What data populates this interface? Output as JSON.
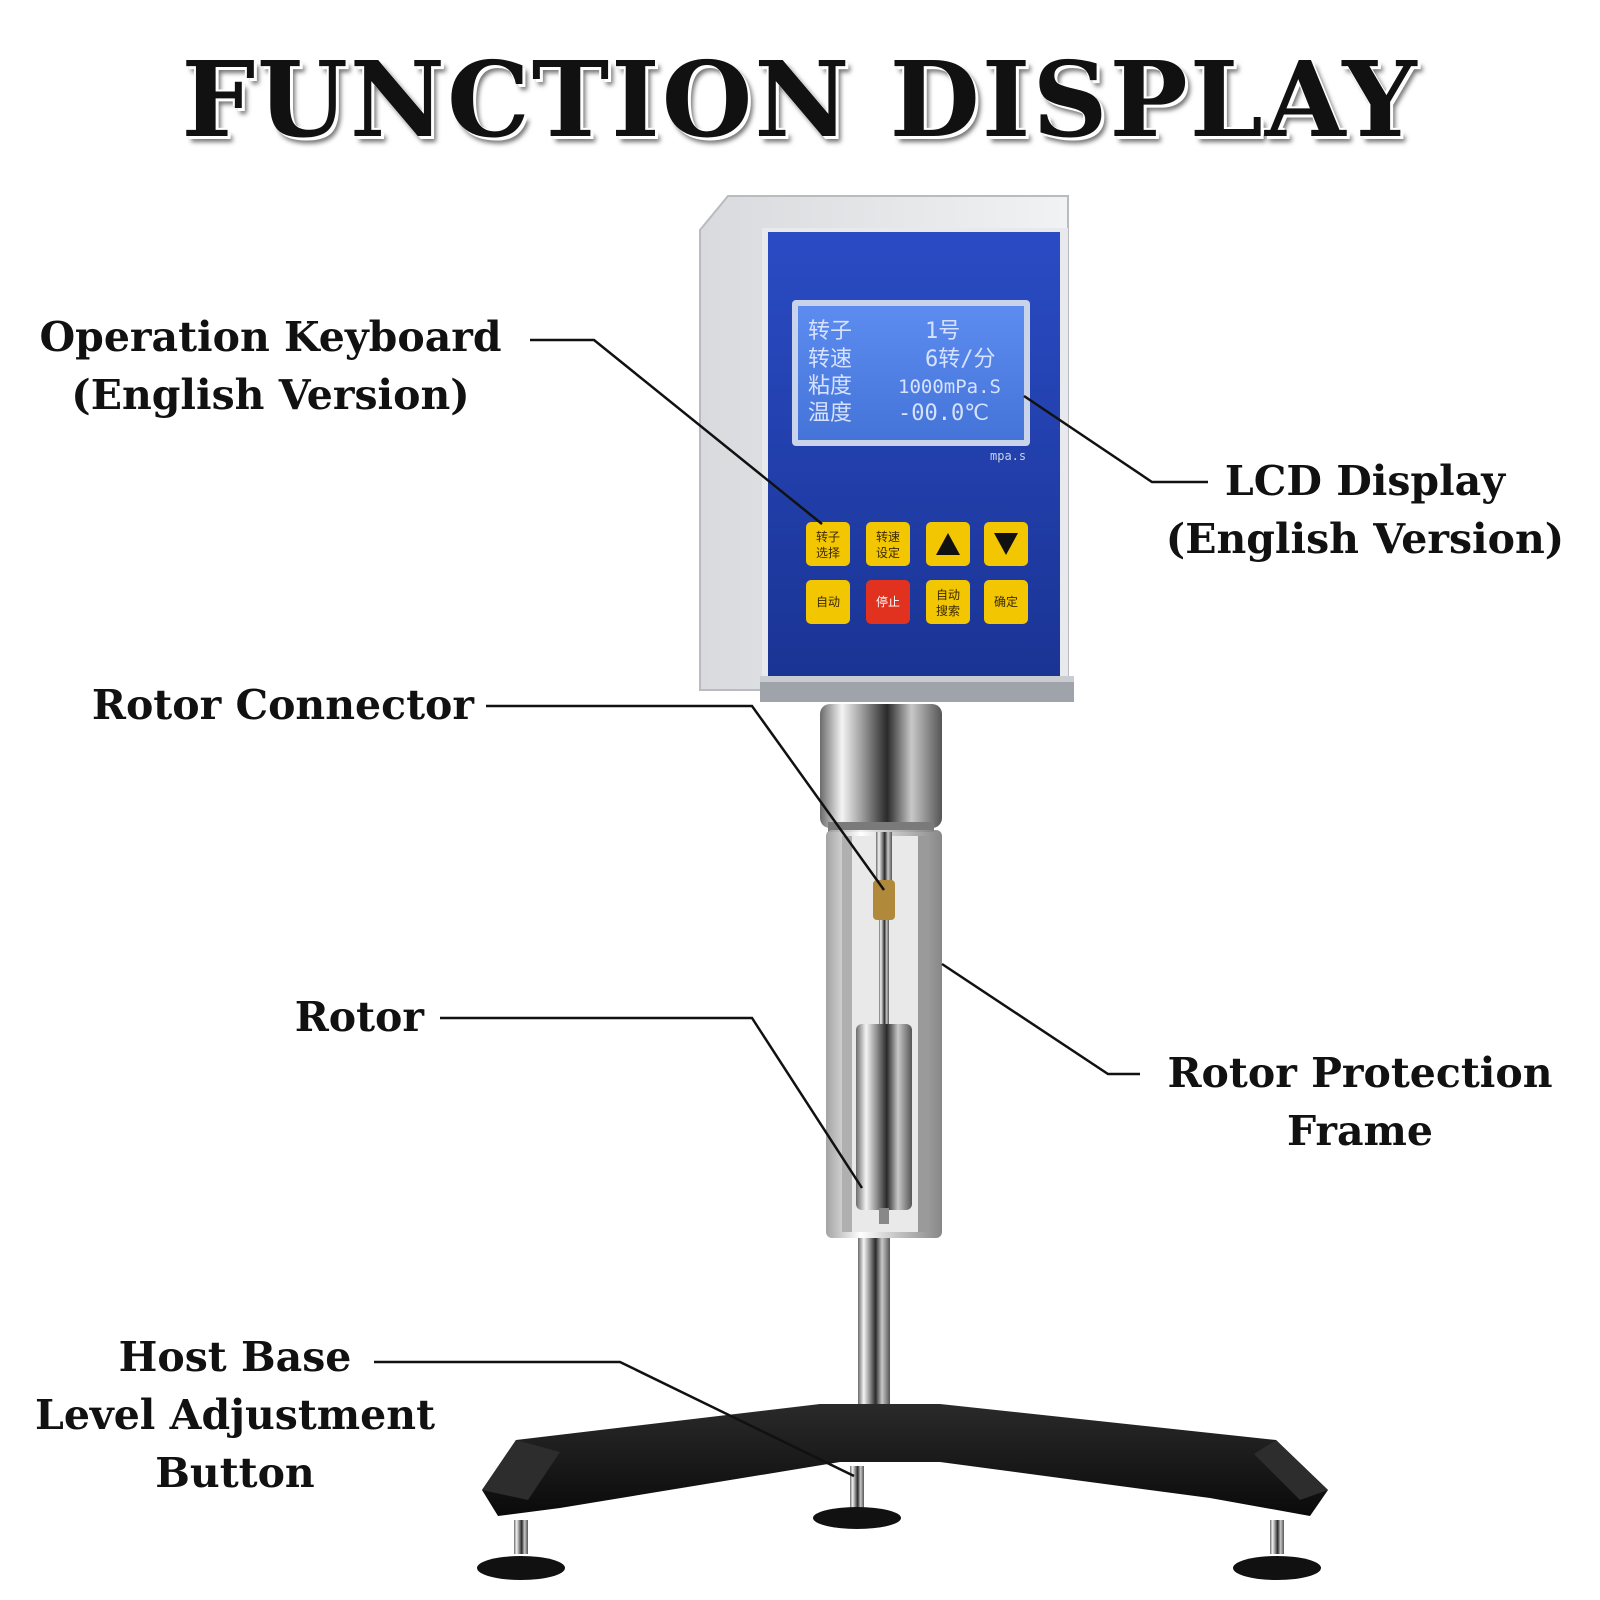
{
  "title": "FUNCTION DISPLAY",
  "labels": {
    "operation_keyboard": [
      "Operation Keyboard",
      "(English Version)"
    ],
    "lcd_display": [
      "LCD Display",
      "(English Version)"
    ],
    "rotor_connector": [
      "Rotor Connector"
    ],
    "rotor": [
      "Rotor"
    ],
    "rotor_protection_frame": [
      "Rotor Protection",
      "Frame"
    ],
    "host_base": [
      "Host Base",
      "Level Adjustment",
      "Button"
    ]
  },
  "lcd": {
    "rows": [
      {
        "label": "转子",
        "value": "1号"
      },
      {
        "label": "转速",
        "value": "6转/分"
      },
      {
        "label": "粘度",
        "value": "1000mPa.S"
      },
      {
        "label": "温度",
        "value": "-00.0℃"
      }
    ],
    "unit_caption": "mpa.s"
  },
  "keypad": {
    "row1": [
      "转子\n选择",
      "转速\n设定",
      "▲",
      "▼"
    ],
    "row2": [
      "自动",
      "停止",
      "自动\n搜索",
      "确定"
    ]
  },
  "colors": {
    "panel_blue": "#1f3fae",
    "lcd_bg": "#4f7fe0",
    "key_yellow": "#f2c600",
    "key_red": "#e0321f",
    "base_black": "#141414"
  }
}
